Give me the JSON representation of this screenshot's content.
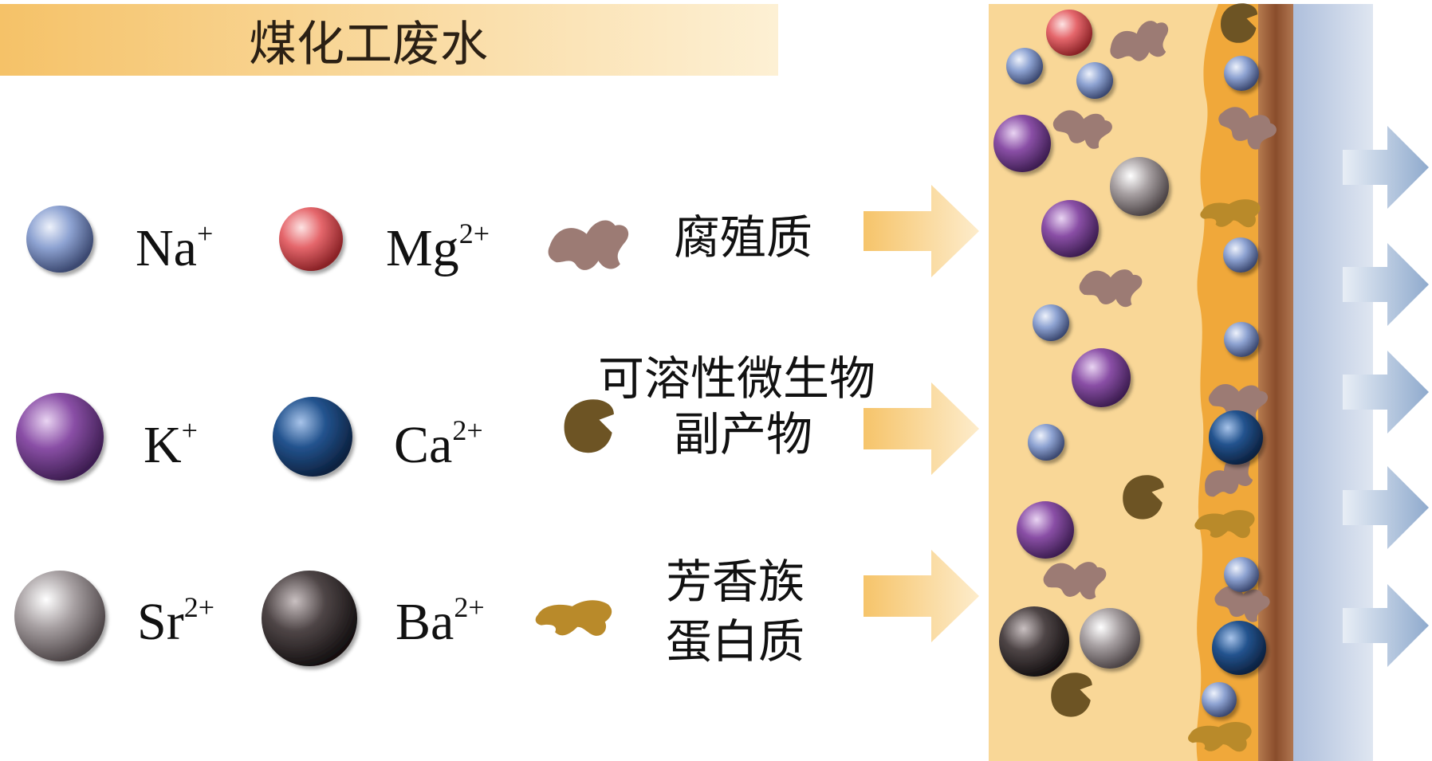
{
  "title": "煤化工废水",
  "ions": [
    {
      "key": "na",
      "symbol": "Na",
      "charge": "+"
    },
    {
      "key": "mg",
      "symbol": "Mg",
      "charge": "2+"
    },
    {
      "key": "k",
      "symbol": "K",
      "charge": "+"
    },
    {
      "key": "ca",
      "symbol": "Ca",
      "charge": "2+"
    },
    {
      "key": "sr",
      "symbol": "Sr",
      "charge": "2+"
    },
    {
      "key": "ba",
      "symbol": "Ba",
      "charge": "2+"
    }
  ],
  "foulants": [
    {
      "key": "humic",
      "lines": [
        "腐殖质"
      ]
    },
    {
      "key": "smp",
      "lines": [
        "可溶性微生物",
        "副产物"
      ]
    },
    {
      "key": "protein",
      "lines": [
        "芳香族",
        "蛋白质"
      ]
    }
  ],
  "colors": {
    "title_band": "#f6c770",
    "feed_layer": "#f9d797",
    "cake_layer": "#f0a83a",
    "support_layer": "#9a5a35",
    "permeate_layer": "#c6d2e6",
    "arrow_feed": "#f6c770",
    "arrow_permeate": "#a4bcd6",
    "na": "#8ea3d2",
    "mg": "#e5676c",
    "k": "#8a4fa6",
    "ca": "#23538e",
    "sr": "#a7a0a2",
    "ba": "#4e4546",
    "humic": "#9c7b74",
    "smp": "#6d5424",
    "protein": "#b98a2a"
  }
}
